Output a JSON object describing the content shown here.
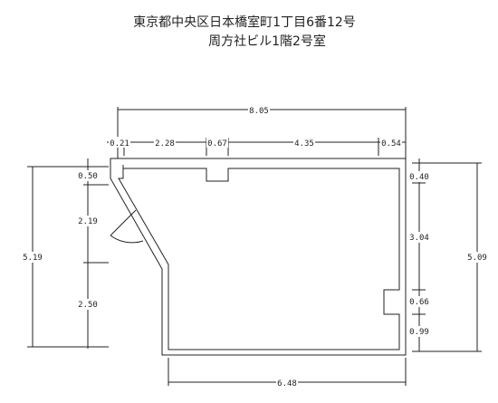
{
  "address": {
    "line1": "東京都中央区日本橋室町1丁目6番12号",
    "line2": "周方社ビル1階2号室"
  },
  "dimensions": {
    "top_total": "8.05",
    "top_segments": [
      "0.21",
      "2.28",
      "0.67",
      "4.35",
      "0.54"
    ],
    "left_inner": [
      "0.50",
      "2.19",
      "2.50"
    ],
    "left_total": "5.19",
    "right_inner": [
      "0.40",
      "3.04",
      "0.66",
      "0.99"
    ],
    "right_total": "5.09",
    "bottom_total": "6.48"
  }
}
